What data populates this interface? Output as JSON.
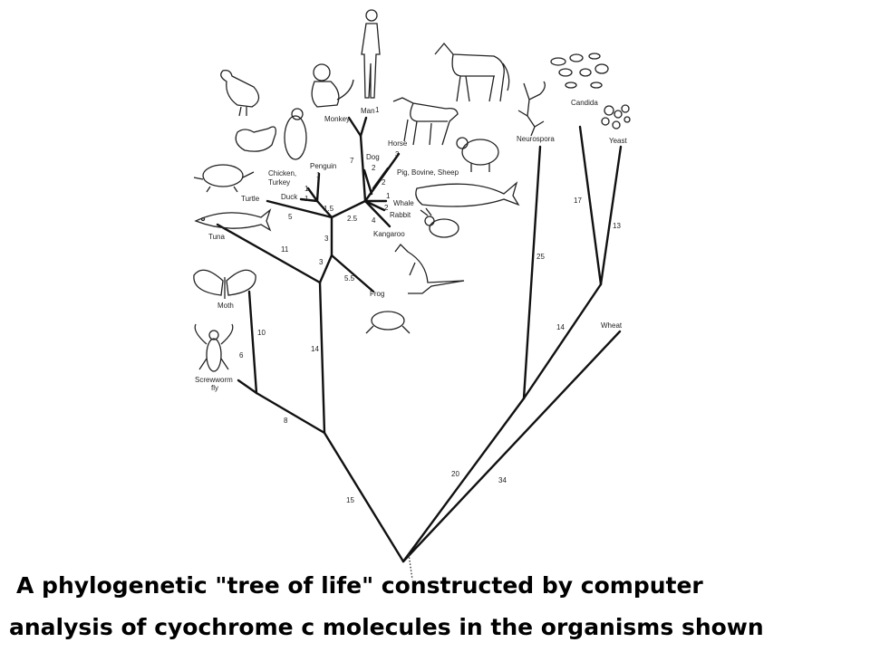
{
  "organisms": {
    "man": "Man",
    "monkey": "Monkey",
    "dog": "Dog",
    "horse": "Horse",
    "pig": "Pig, Bovine, Sheep",
    "whale": "Whale",
    "rabbit": "Rabbit",
    "kangaroo": "Kangaroo",
    "penguin": "Penguin",
    "chicken1": "Chicken,",
    "chicken2": "Turkey",
    "duck": "Duck",
    "turtle": "Turtle",
    "tuna": "Tuna",
    "frog": "Frog",
    "moth": "Moth",
    "screwworm1": "Screwworm",
    "screwworm2": "fly",
    "neurospora": "Neurospora",
    "candida": "Candida",
    "yeast": "Yeast",
    "wheat": "Wheat"
  },
  "branch_lengths": {
    "man": "1",
    "monkey": "7",
    "dog": "2",
    "horse": "3",
    "pig": "2",
    "whale": "1",
    "whale2": "2",
    "rabbit": "4",
    "penguin": "1",
    "chicken": "1",
    "duck": "1",
    "bird": "1.5",
    "mammal": "2.5",
    "turtle": "5",
    "tuna": "11",
    "amniote": "3",
    "tetrapod": "3",
    "frog": "5.5",
    "moth": "10",
    "fly": "6",
    "insect": "8",
    "vertebrate": "14",
    "animal": "15",
    "neurospora": "25",
    "candida": "17",
    "yeast": "13",
    "fungi_yeast": "14",
    "fungi": "20",
    "wheat": "34"
  },
  "caption": {
    "line1": "A phylogenetic \"tree of life\" constructed by computer",
    "line2": "analysis of cyochrome c molecules in the organisms shown"
  }
}
